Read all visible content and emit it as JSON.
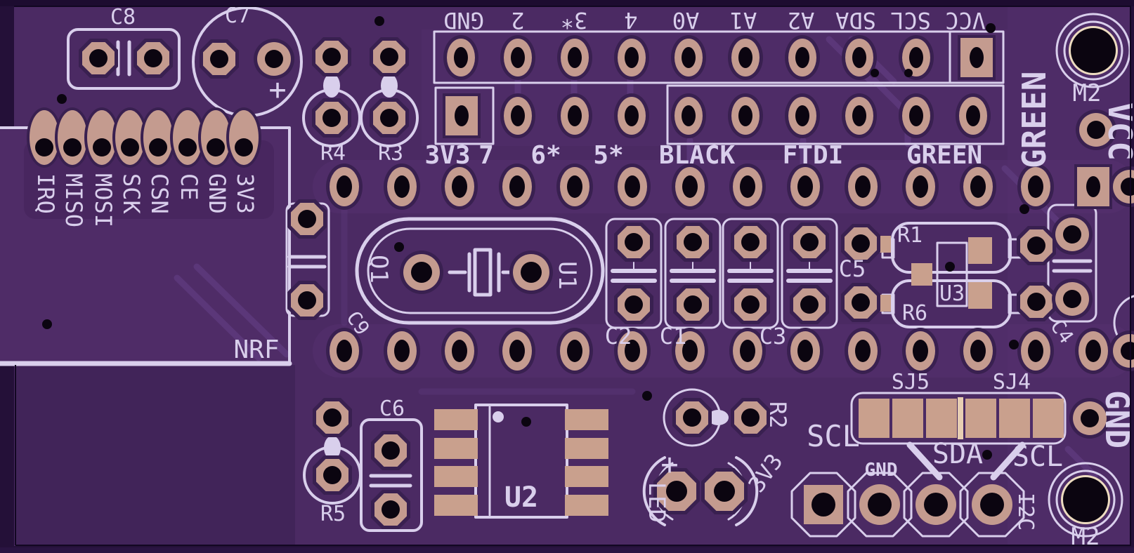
{
  "colors": {
    "bg": "#241038",
    "board": "#4b2a63",
    "board_dark": "#412459",
    "module": "#4f2c67",
    "module_shade": "#48265f",
    "pour": "#573372",
    "trace": "#5e3a7c",
    "pad": "#c49b8f",
    "smd": "#c9a08d",
    "smd_light": "#e7ceb3",
    "hole": "#0b0510",
    "halo": "#392050",
    "silk": "#d9cfec",
    "cream": "#eddcc0"
  },
  "headers": {
    "top": [
      "GND",
      "2",
      "3*",
      "4",
      "A0",
      "A1",
      "A2",
      "SDA",
      "SCL",
      "VCC"
    ],
    "second": [
      "3V3",
      "7",
      "6*",
      "5*",
      "BLACK",
      "FTDI",
      "GREEN"
    ]
  },
  "nrf": {
    "module": "NRF",
    "pins": [
      "IRQ",
      "MISO",
      "MOSI",
      "SCK",
      "CSN",
      "CE",
      "GND",
      "3V3"
    ]
  },
  "refs": {
    "c8": "C8",
    "c7": "C7",
    "c7_plus": "+",
    "r4": "R4",
    "r3": "R3",
    "c9": "C9",
    "q1": "Q1",
    "u1": "U1",
    "c2": "C2",
    "c1": "C1",
    "c3": "C3",
    "c5": "C5",
    "r1": "R1",
    "u3": "U3",
    "r6": "R6",
    "c4": "C4",
    "c6": "C6",
    "u2": "U2",
    "r5": "R5",
    "r2": "R2",
    "led": "LED",
    "led_plus": "+",
    "sj5": "SJ5",
    "sj4": "SJ4"
  },
  "right_edge": {
    "green": "GREEN",
    "vcc": "VCC",
    "gnd": "GND",
    "m2_top": "M2",
    "m2_bottom": "M2"
  },
  "i2c_header": {
    "scl_left": "SCL",
    "sda": "SDA",
    "scl_right": "SCL",
    "gnd": "GND",
    "v33": "3V3",
    "bus": "I2C"
  }
}
